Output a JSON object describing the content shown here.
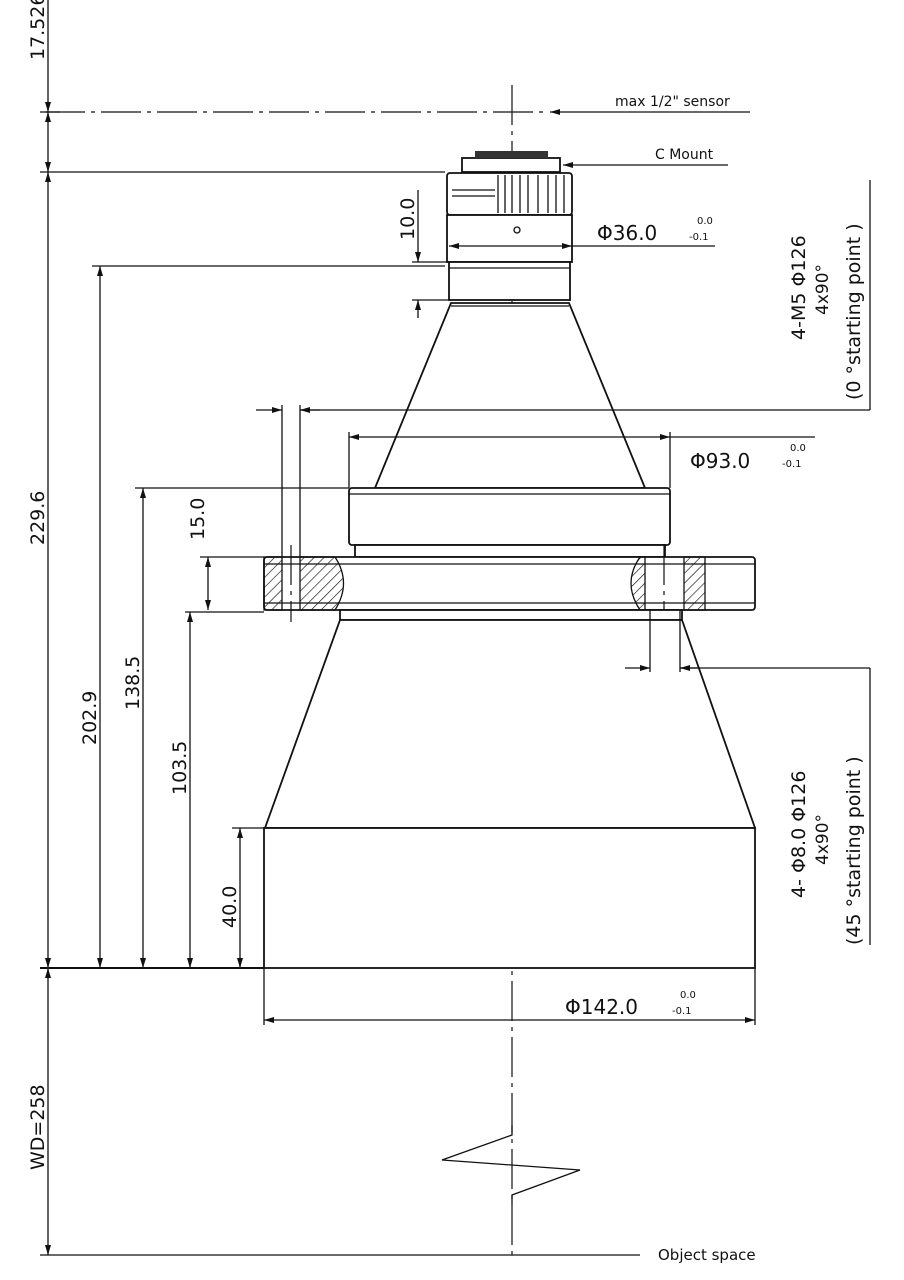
{
  "title": "Lens outline drawing",
  "labels": {
    "sensor": "max 1/2\" sensor",
    "mount": "C Mount",
    "object_space": "Object space"
  },
  "dimensions": {
    "back_focal": "17.526",
    "total_length": "229.6",
    "wd": "WD=258",
    "d202": "202.9",
    "d138": "138.5",
    "d103": "103.5",
    "d40": "40.0",
    "d15": "15.0",
    "d10": "10.0",
    "dia36": "Φ36.0",
    "dia36_tol_upper": "0.0",
    "dia36_tol_lower": "-0.1",
    "dia93": "Φ93.0",
    "dia93_tol_upper": "0.0",
    "dia93_tol_lower": "-0.1",
    "dia142": "Φ142.0",
    "dia142_tol_upper": "0.0",
    "dia142_tol_lower": "-0.1"
  },
  "notes": {
    "top_line1": "4-M5  Φ126",
    "top_line2": "4x90°",
    "top_line3": "(0 °starting point  )",
    "bottom_line1": "4- Φ8.0  Φ126",
    "bottom_line2": "4x90°",
    "bottom_line3": "(45 °starting point  )"
  }
}
